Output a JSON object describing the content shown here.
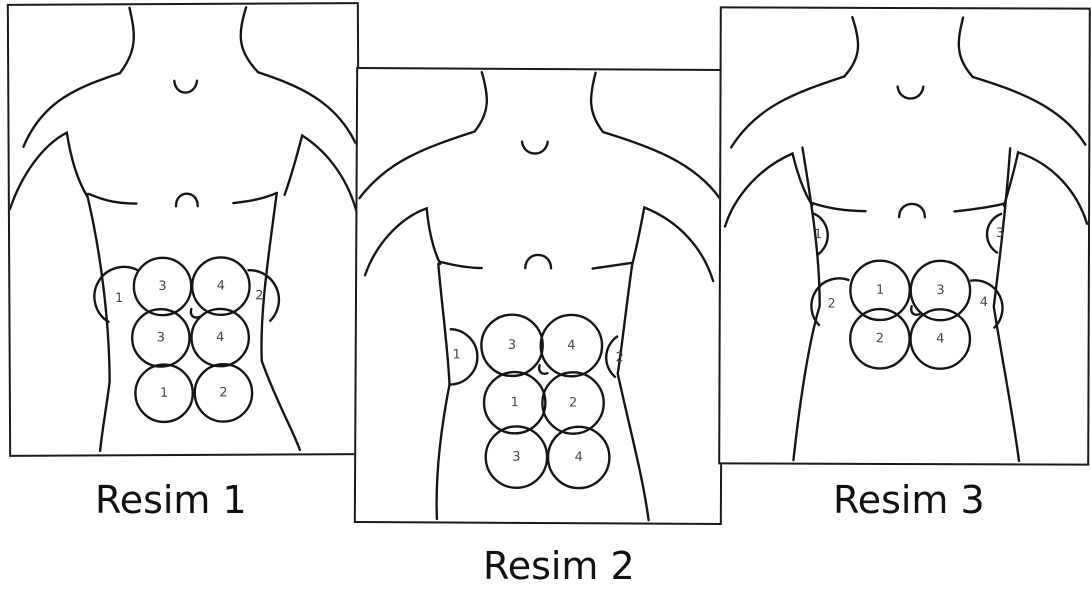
{
  "panels": [
    {
      "caption": "Resim 1",
      "sites": [
        {
          "label": "1",
          "kind": "side-left"
        },
        {
          "label": "3",
          "kind": "circle"
        },
        {
          "label": "4",
          "kind": "circle"
        },
        {
          "label": "2",
          "kind": "side-right"
        },
        {
          "label": "3",
          "kind": "circle"
        },
        {
          "label": "4",
          "kind": "circle"
        },
        {
          "label": "1",
          "kind": "circle"
        },
        {
          "label": "2",
          "kind": "circle"
        }
      ]
    },
    {
      "caption": "Resim 2",
      "sites": [
        {
          "label": "1",
          "kind": "side-left"
        },
        {
          "label": "3",
          "kind": "circle"
        },
        {
          "label": "4",
          "kind": "circle"
        },
        {
          "label": "2",
          "kind": "side-right"
        },
        {
          "label": "1",
          "kind": "circle"
        },
        {
          "label": "2",
          "kind": "circle"
        },
        {
          "label": "3",
          "kind": "circle"
        },
        {
          "label": "4",
          "kind": "circle"
        }
      ]
    },
    {
      "caption": "Resim 3",
      "sites": [
        {
          "label": "1",
          "kind": "side-left-upper"
        },
        {
          "label": "3",
          "kind": "side-right-upper"
        },
        {
          "label": "2",
          "kind": "side-left"
        },
        {
          "label": "1",
          "kind": "circle"
        },
        {
          "label": "3",
          "kind": "circle"
        },
        {
          "label": "4",
          "kind": "side-right"
        },
        {
          "label": "2",
          "kind": "circle"
        },
        {
          "label": "4",
          "kind": "circle"
        }
      ]
    }
  ]
}
